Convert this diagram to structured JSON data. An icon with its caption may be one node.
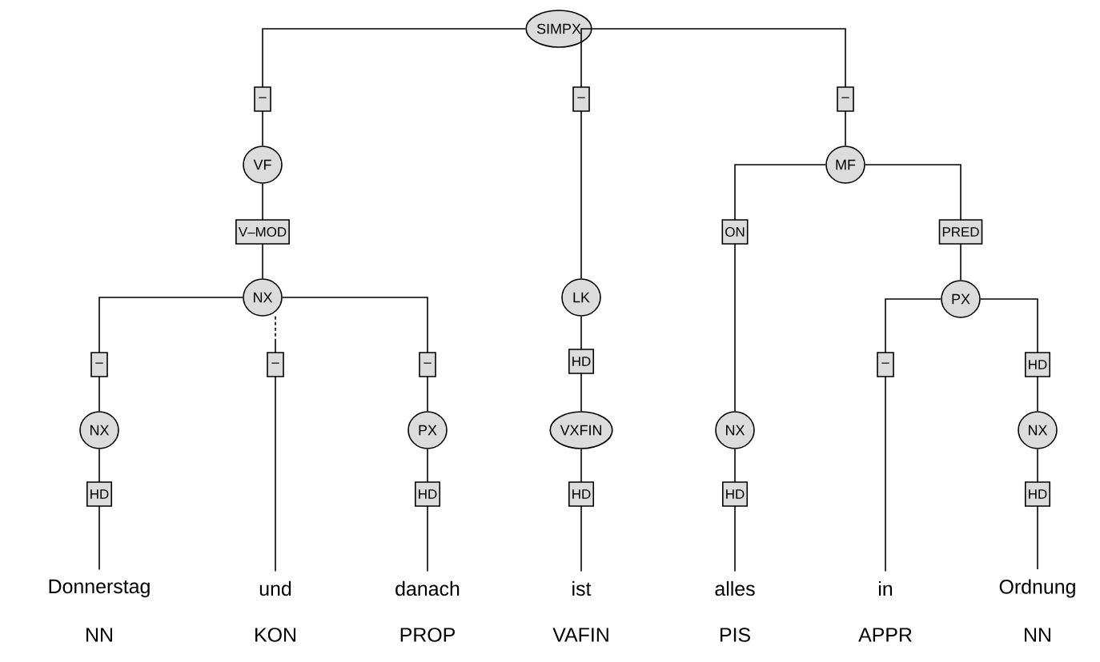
{
  "diagram": {
    "nodes": [
      {
        "text": [
          "SIMPX"
        ]
      },
      {
        "text": [
          "VF"
        ]
      },
      {
        "text": [
          "MF"
        ]
      },
      {
        "text": [
          "NX"
        ]
      },
      {
        "text": [
          "LK"
        ]
      },
      {
        "text": [
          "PX"
        ]
      },
      {
        "text": [
          "NX"
        ]
      },
      {
        "text": [
          "PX"
        ]
      },
      {
        "text": [
          "VXFIN"
        ]
      },
      {
        "text": [
          "NX"
        ]
      },
      {
        "text": [
          "NX"
        ]
      },
      {
        "text": [
          "Donnerstag"
        ],
        "beside": [
          "NN"
        ]
      },
      {
        "text": [
          "und"
        ],
        "beside": [
          "KON"
        ]
      },
      {
        "text": [
          "danach"
        ],
        "beside": [
          "PROP"
        ]
      },
      {
        "text": [
          "ist"
        ],
        "beside": [
          "VAFIN"
        ]
      },
      {
        "text": [
          "alles"
        ],
        "beside": [
          "PIS"
        ]
      },
      {
        "text": [
          "in"
        ],
        "beside": [
          "APPR"
        ]
      },
      {
        "text": [
          "Ordnung"
        ],
        "beside": [
          "NN"
        ]
      }
    ],
    "edges": [
      {
        "from": 0,
        "to": 1,
        "arrow": "none",
        "label": "–"
      },
      {
        "from": 0,
        "to": 4,
        "arrow": "none",
        "label": "–"
      },
      {
        "from": 0,
        "to": 2,
        "arrow": "none",
        "label": "–"
      },
      {
        "from": 1,
        "to": 3,
        "arrow": "none",
        "label": "V–MOD"
      },
      {
        "from": 2,
        "to": 9,
        "arrow": "none",
        "label": "ON"
      },
      {
        "from": 2,
        "to": 5,
        "arrow": "none",
        "label": "PRED"
      },
      {
        "from": 3,
        "to": 6,
        "arrow": "none",
        "label": "–"
      },
      {
        "from": 3,
        "to": 12,
        "arrow": "none",
        "label": "–",
        "style": "dashed"
      },
      {
        "from": 3,
        "to": 7,
        "arrow": "none",
        "label": "–"
      },
      {
        "from": 4,
        "to": 8,
        "arrow": "none",
        "label": "HD"
      },
      {
        "from": 5,
        "to": 16,
        "arrow": "none",
        "label": "–"
      },
      {
        "from": 5,
        "to": 10,
        "arrow": "none",
        "label": "HD"
      },
      {
        "from": 6,
        "to": 11,
        "arrow": "none",
        "label": "HD"
      },
      {
        "from": 7,
        "to": 13,
        "arrow": "none",
        "label": "HD"
      },
      {
        "from": 8,
        "to": 14,
        "arrow": "none",
        "label": "HD"
      },
      {
        "from": 9,
        "to": 15,
        "arrow": "none",
        "label": "HD"
      },
      {
        "from": 10,
        "to": 17,
        "arrow": "none",
        "label": "HD"
      }
    ]
  }
}
